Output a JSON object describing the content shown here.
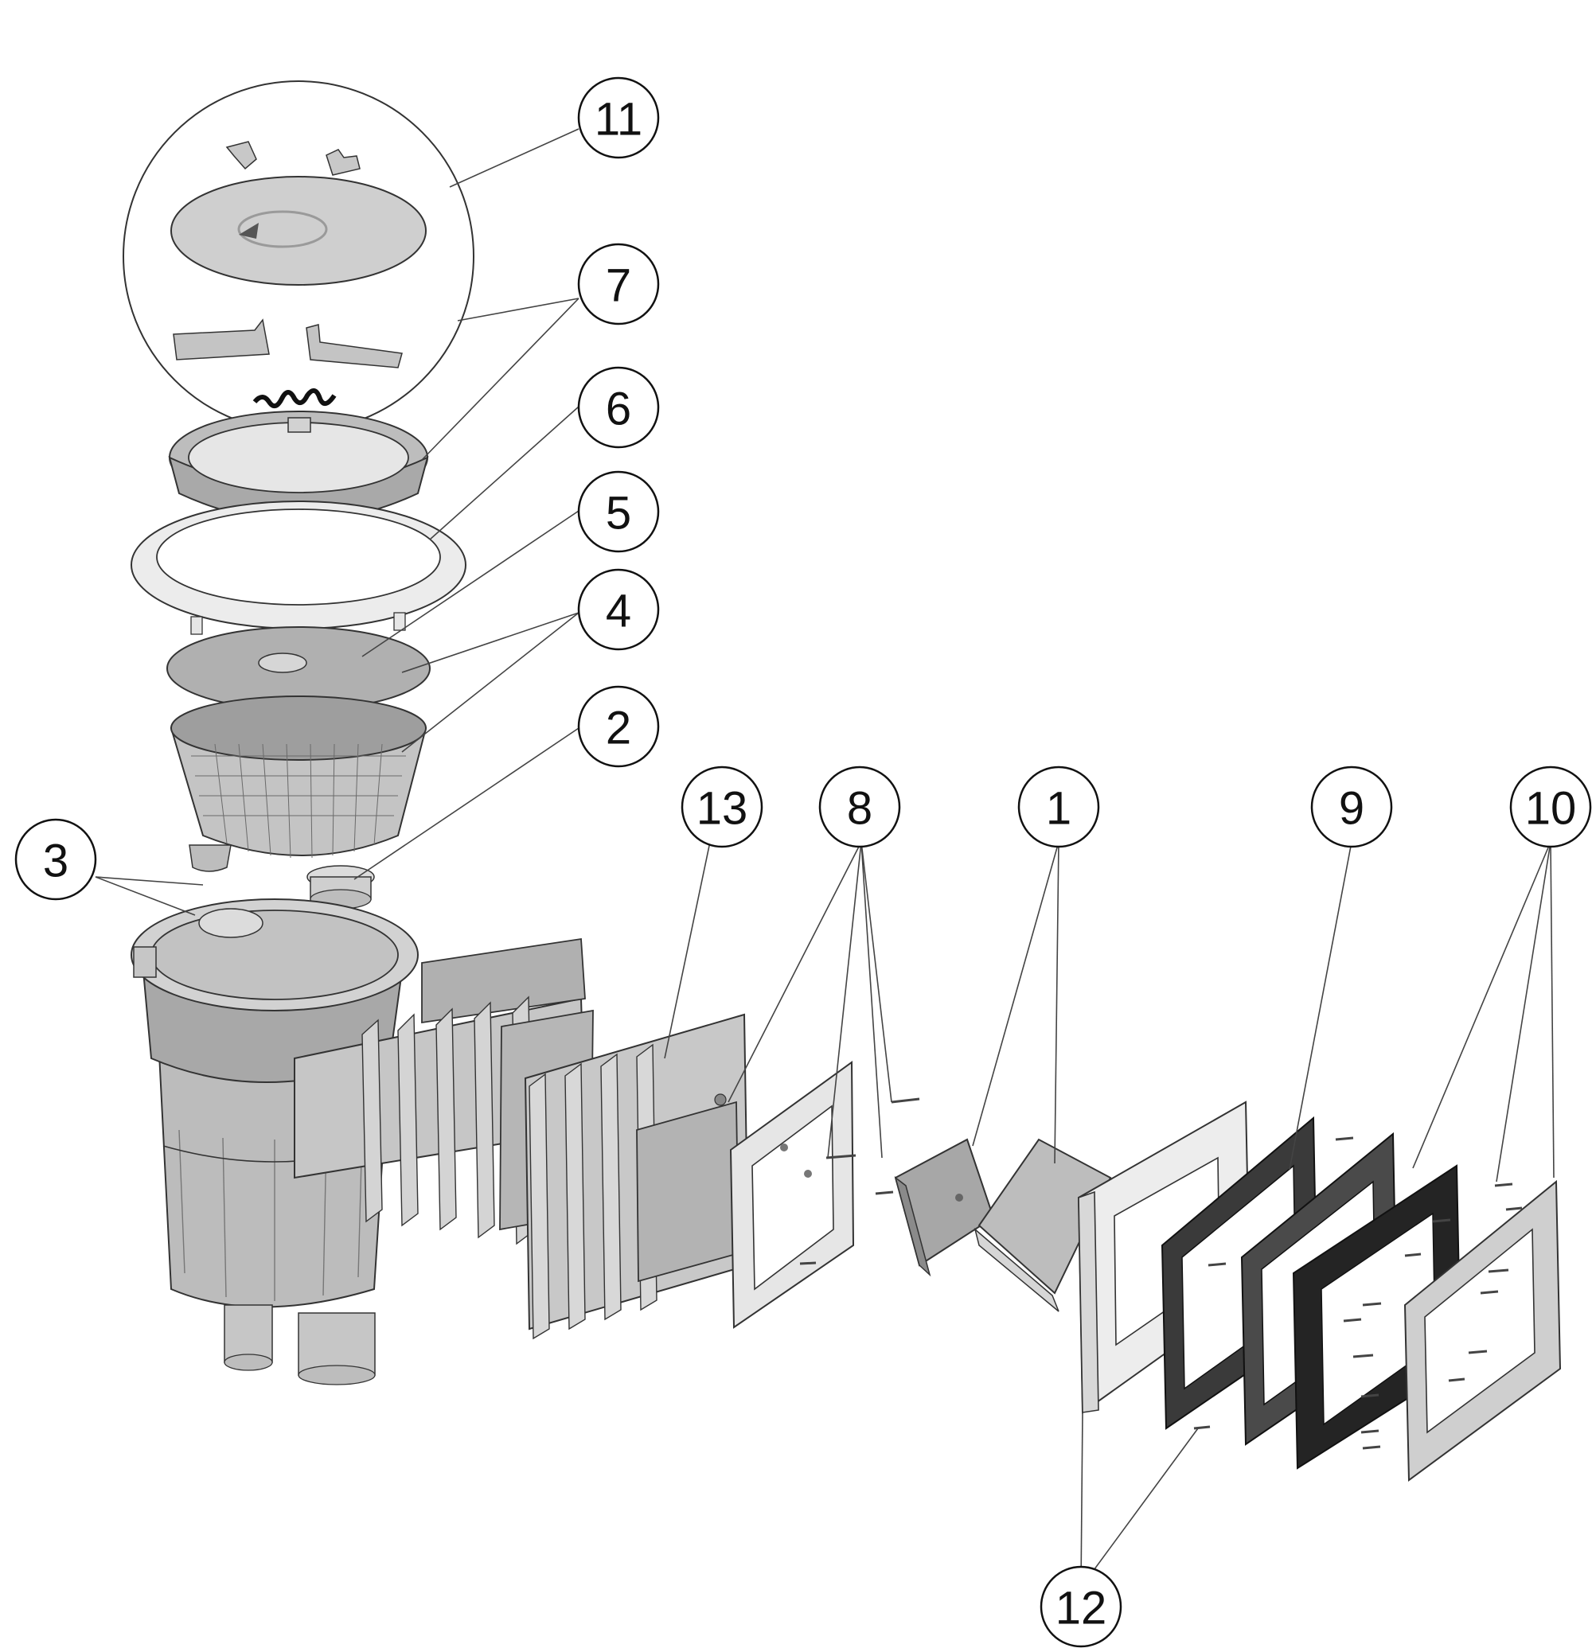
{
  "diagram": {
    "type": "exploded-parts-diagram",
    "colors": {
      "background": "#ffffff",
      "part_light": "#cfcfcf",
      "part_mid": "#b3b3b3",
      "part_dark": "#8d8d8d",
      "gasket": "#3a3a3a",
      "frame_white": "#ececec",
      "line": "#222222"
    },
    "callouts": [
      {
        "id": "11",
        "label": "11"
      },
      {
        "id": "7",
        "label": "7"
      },
      {
        "id": "6",
        "label": "6"
      },
      {
        "id": "5",
        "label": "5"
      },
      {
        "id": "4",
        "label": "4"
      },
      {
        "id": "2",
        "label": "2"
      },
      {
        "id": "3",
        "label": "3"
      },
      {
        "id": "13",
        "label": "13"
      },
      {
        "id": "8",
        "label": "8"
      },
      {
        "id": "1",
        "label": "1"
      },
      {
        "id": "9",
        "label": "9"
      },
      {
        "id": "10",
        "label": "10"
      },
      {
        "id": "12",
        "label": "12"
      }
    ]
  }
}
